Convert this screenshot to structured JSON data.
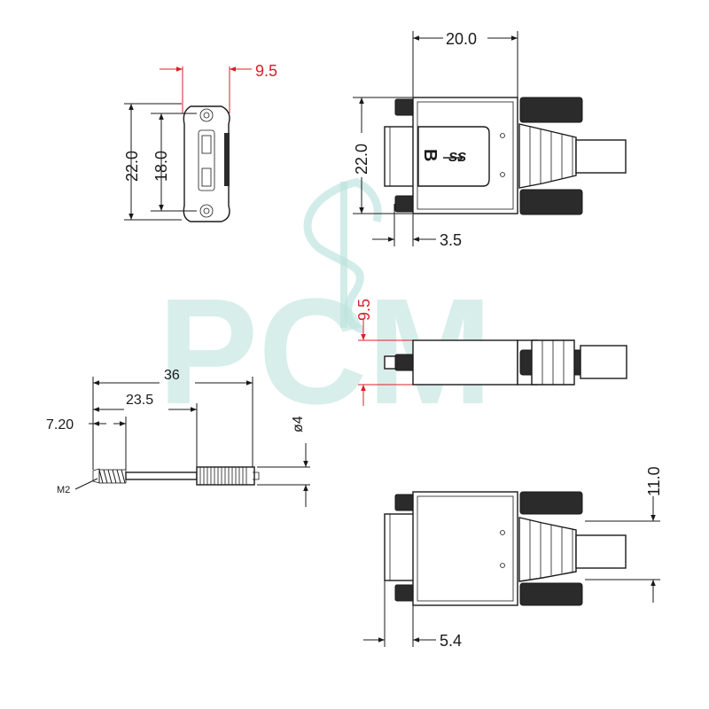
{
  "watermark": {
    "text": "PCM",
    "color": "#bfe4df"
  },
  "colors": {
    "line": "#1a1a1a",
    "accent": "#d8202a"
  },
  "end_view": {
    "width_dim": "9.5",
    "outer_height_dim": "22.0",
    "inner_height_dim": "18.0"
  },
  "top_view": {
    "length_dim": "20.0",
    "height_dim": "22.0",
    "offset_dim": "3.5",
    "label_b": "B",
    "label_ss": "SS"
  },
  "side_view": {
    "thickness_dim": "9.5"
  },
  "screw_view": {
    "total_dim": "36",
    "mid_dim": "23.5",
    "thread_dim": "7.20",
    "dia_dim": "ø4",
    "thread_label": "M2"
  },
  "bottom_view": {
    "height_dim": "11.0",
    "offset_dim": "5.4"
  }
}
